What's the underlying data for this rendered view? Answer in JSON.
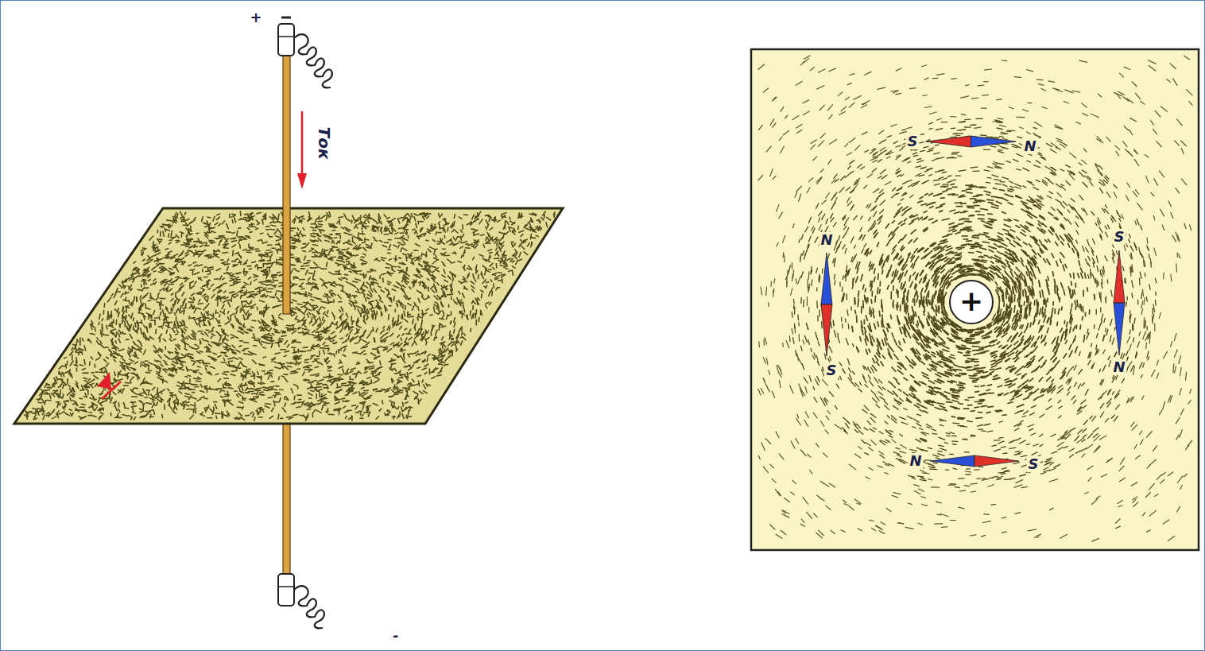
{
  "diagram": {
    "labels": [
      "+",
      "Ток",
      "-",
      "S",
      "N",
      "N",
      "S",
      "S",
      "N",
      "N",
      "S",
      "+"
    ]
  }
}
